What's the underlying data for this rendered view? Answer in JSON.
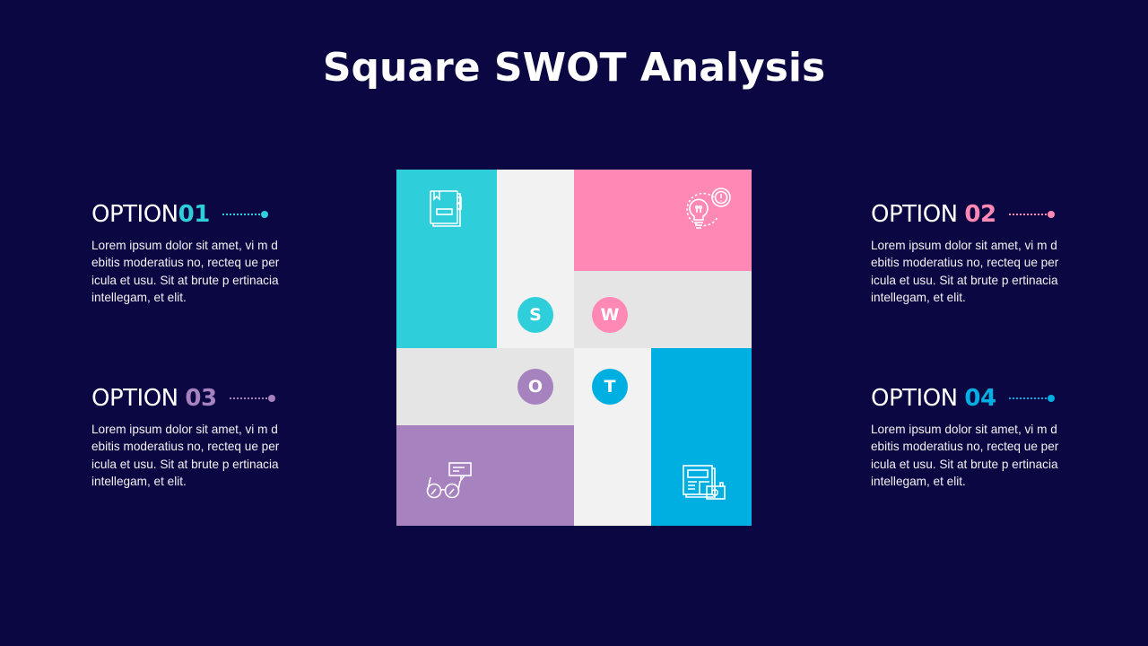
{
  "title": "Square SWOT Analysis",
  "colors": {
    "background": "#0b0742",
    "strengths": "#2ecfda",
    "weaknesses": "#ff88b5",
    "opportunities": "#a683be",
    "threats": "#00afe2",
    "light_panel": "#f2f2f2",
    "gray_panel": "#e5e5e5"
  },
  "options": [
    {
      "label": "OPTION",
      "number": "01",
      "color": "#2ecfda",
      "text": "Lorem ipsum dolor sit amet, vi m debitis moderatius no, recteq ue pericula et usu. Sit at brute p ertinacia intellegam, et elit."
    },
    {
      "label": "OPTION ",
      "number": "02",
      "color": "#ff88b5",
      "text": "Lorem ipsum dolor sit amet, vi m debitis moderatius no, recteq ue pericula et usu. Sit at brute p ertinacia intellegam, et elit."
    },
    {
      "label": "OPTION ",
      "number": "03",
      "color": "#a683be",
      "text": "Lorem ipsum dolor sit amet, vi m debitis moderatius no, recteq ue pericula et usu. Sit at brute p ertinacia intellegam, et elit."
    },
    {
      "label": "OPTION ",
      "number": "04",
      "color": "#00afe2",
      "text": "Lorem ipsum dolor sit amet, vi m debitis moderatius no, recteq ue pericula et usu. Sit at brute p ertinacia intellegam, et elit."
    }
  ],
  "swot": {
    "s": {
      "letter": "S",
      "icon": "notebook-icon"
    },
    "w": {
      "letter": "W",
      "icon": "lightbulb-alert-icon"
    },
    "o": {
      "letter": "O",
      "icon": "glasses-chat-icon"
    },
    "t": {
      "letter": "T",
      "icon": "newspaper-camera-icon"
    }
  }
}
